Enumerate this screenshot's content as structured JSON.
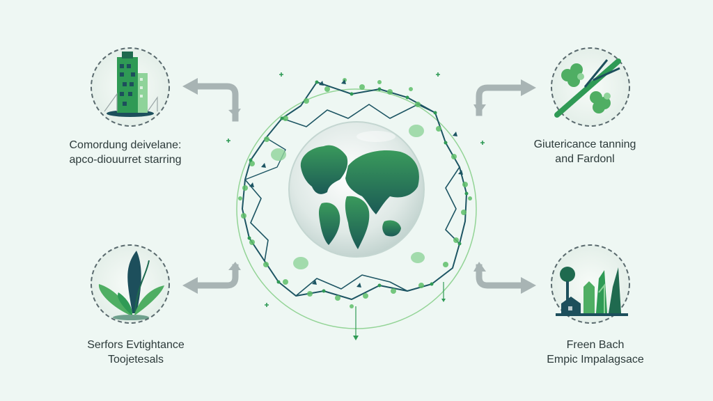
{
  "colors": {
    "background": "#eef7f3",
    "green_dark": "#1f6a4f",
    "green_mid": "#2f9a55",
    "green_light": "#8fd39a",
    "teal_dark": "#1d4f5c",
    "circle_border": "#5a6a6e",
    "arrow_fill": "#a8b4b4",
    "text": "#2c3a3a"
  },
  "icons": {
    "top_left": "green-building-icon",
    "top_right": "wind-turbine-icon",
    "bottom_left": "tropical-plants-icon",
    "bottom_right": "green-city-icon",
    "center": "globe-icon"
  },
  "labels": {
    "top_left": {
      "line1": "Comordung deivelane:",
      "line2": "apco-diouurret starring"
    },
    "top_right": {
      "line1": "Giutericance tanning",
      "line2": "and Fardonl"
    },
    "bottom_left": {
      "line1": "Serfors Evtightance",
      "line2": "Toojetesals"
    },
    "bottom_right": {
      "line1": "Freen Bach",
      "line2": "Empic Impalagsace"
    }
  }
}
